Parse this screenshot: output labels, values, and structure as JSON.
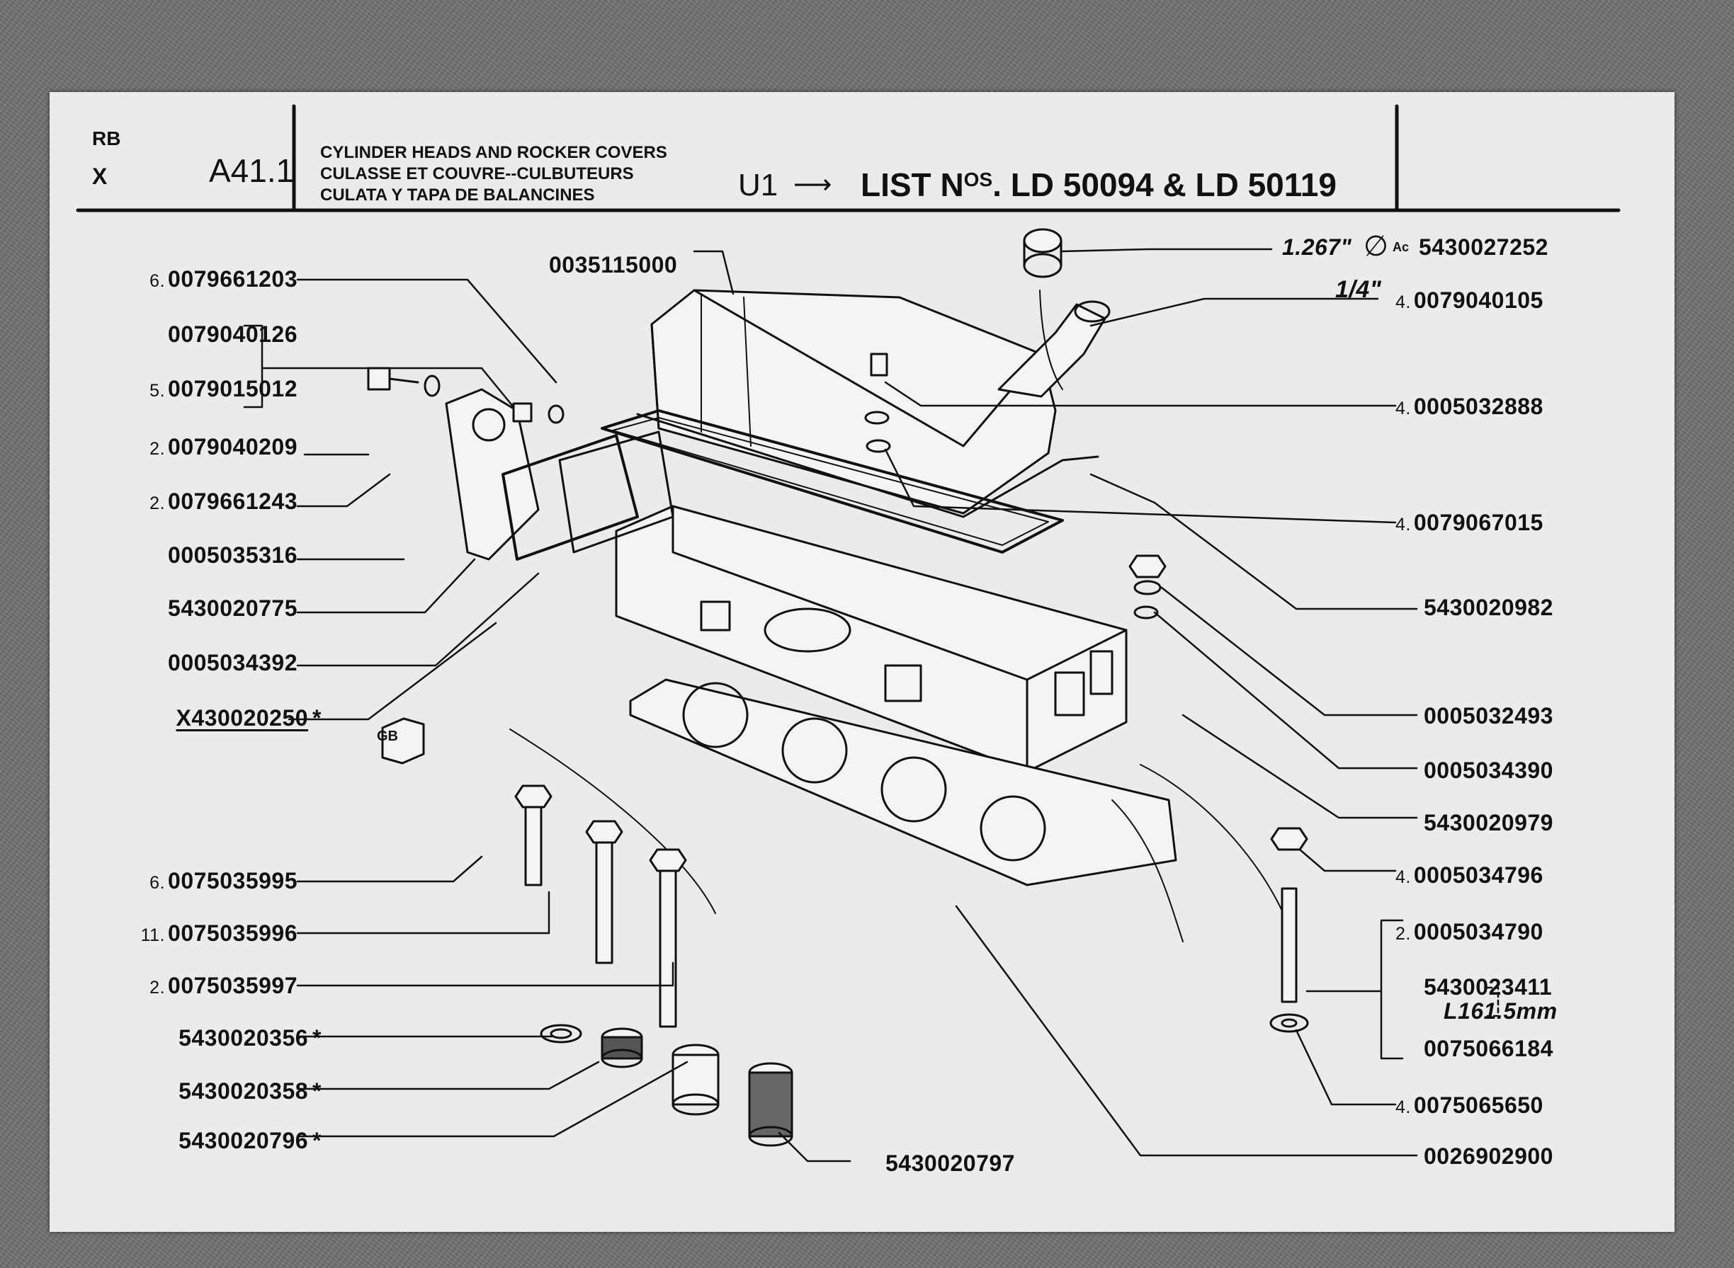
{
  "header": {
    "code_rb": "RB",
    "code_x": "X",
    "page_ref": "A41.1",
    "title_en": "CYLINDER HEADS AND ROCKER COVERS",
    "title_fr": "CULASSE ET COUVRE--CULBUTEURS",
    "title_es": "CULATA Y TAPA DE BALANCINES",
    "model": "U1",
    "list_prefix": "LIST N",
    "list_super": "OS",
    "list_numbers": ". LD 50094 & LD 50119"
  },
  "left_parts": [
    {
      "qty": "6.",
      "part": "0079661203",
      "star": ""
    },
    {
      "qty": "",
      "part": "0079040126",
      "star": ""
    },
    {
      "qty": "5.",
      "part": "0079015012",
      "star": ""
    },
    {
      "qty": "2.",
      "part": "0079040209",
      "star": ""
    },
    {
      "qty": "2.",
      "part": "0079661243",
      "star": ""
    },
    {
      "qty": "",
      "part": "0005035316",
      "star": ""
    },
    {
      "qty": "",
      "part": "5430020775",
      "star": ""
    },
    {
      "qty": "",
      "part": "0005034392",
      "star": ""
    },
    {
      "qty": "",
      "part": "X430020250",
      "star": "*"
    },
    {
      "qty": "6.",
      "part": "0075035995",
      "star": ""
    },
    {
      "qty": "11.",
      "part": "0075035996",
      "star": ""
    },
    {
      "qty": "2.",
      "part": "0075035997",
      "star": ""
    },
    {
      "qty": "",
      "part": "5430020356",
      "star": "*"
    },
    {
      "qty": "",
      "part": "5430020358",
      "star": "*"
    },
    {
      "qty": "",
      "part": "5430020796",
      "star": "*"
    }
  ],
  "right_parts": [
    {
      "qty": "4.",
      "part": "0079040105",
      "star": ""
    },
    {
      "qty": "4.",
      "part": "0005032888",
      "star": ""
    },
    {
      "qty": "4.",
      "part": "0079067015",
      "star": ""
    },
    {
      "qty": "",
      "part": "5430020982",
      "star": ""
    },
    {
      "qty": "",
      "part": "0005032493",
      "star": ""
    },
    {
      "qty": "",
      "part": "0005034390",
      "star": ""
    },
    {
      "qty": "",
      "part": "5430020979",
      "star": ""
    },
    {
      "qty": "4.",
      "part": "0005034796",
      "star": ""
    },
    {
      "qty": "2.",
      "part": "0005034790",
      "star": ""
    },
    {
      "qty": "",
      "part": "5430023411",
      "star": ""
    },
    {
      "qty": "",
      "part": "0075066184",
      "star": ""
    },
    {
      "qty": "4.",
      "part": "0075065650",
      "star": ""
    },
    {
      "qty": "",
      "part": "0026902900",
      "star": ""
    }
  ],
  "top_parts": {
    "cover_part": "0035115000",
    "seal_dimension": "1.267\"",
    "seal_symbol": "Ac",
    "seal_part": "5430027252",
    "fitting_size": "1/4\"",
    "stud_length": "L161.5mm",
    "ferrule_part": "5430020797"
  },
  "icons": {
    "diameter": "diameter-symbol-icon",
    "gb_badge": "GB"
  }
}
